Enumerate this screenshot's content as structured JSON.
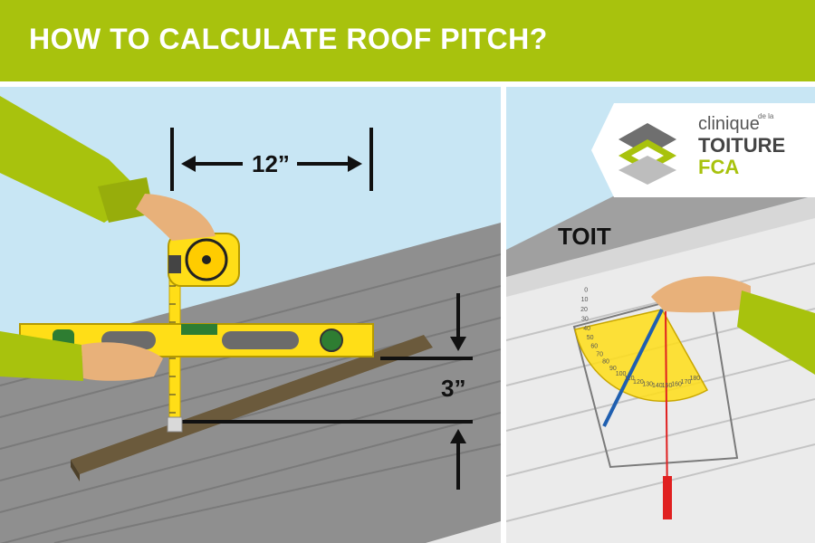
{
  "header": {
    "title": "HOW TO CALCULATE ROOF PITCH?"
  },
  "left_panel": {
    "horizontal_measure": "12”",
    "vertical_measure": "3”"
  },
  "right_panel": {
    "roof_label": "TOIT",
    "protractor_scale": [
      "0",
      "10",
      "20",
      "30",
      "40",
      "50",
      "60",
      "70",
      "80",
      "90",
      "100",
      "110",
      "120",
      "130",
      "140",
      "150",
      "160",
      "170",
      "180"
    ]
  },
  "logo": {
    "word1": "clinique",
    "word2": "de la",
    "word3": "TOITURE",
    "word4": "FCA"
  },
  "colors": {
    "brand_green": "#a8c20d",
    "sky": "#c8e6f4",
    "roof_gray": "#8c8c8c",
    "tool_yellow": "#ffde17"
  }
}
